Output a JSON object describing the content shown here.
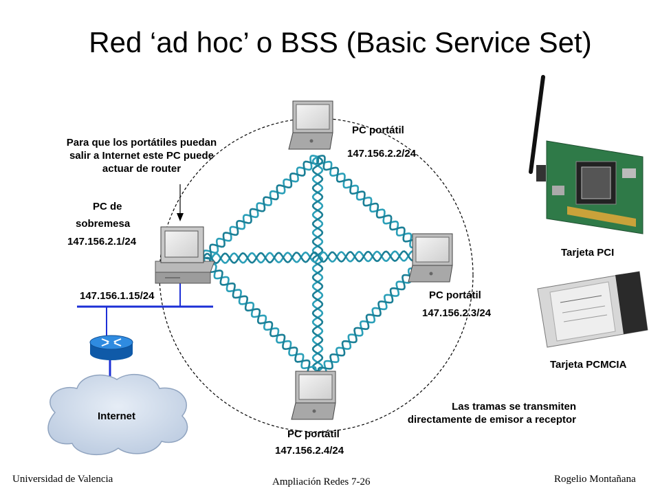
{
  "title": "Red ‘ad hoc’ o BSS (Basic Service Set)",
  "nodes": {
    "laptop_top": {
      "label": "PC portátil",
      "ip": "147.156.2.2/24"
    },
    "laptop_right": {
      "label": "PC portátil",
      "ip": "147.156.2.3/24"
    },
    "laptop_bottom": {
      "label": "PC portátil",
      "ip": "147.156.2.4/24"
    },
    "desktop": {
      "label_line1": "PC de",
      "label_line2": "sobremesa",
      "ip": "147.156.2.1/24",
      "wired_ip": "147.156.1.15/24"
    },
    "internet": {
      "label": "Internet"
    }
  },
  "notes": {
    "router_note": "Para que los portátiles puedan salir a Internet este PC puede actuar de router",
    "frames_note": "Las tramas se transmiten directamente de emisor a receptor"
  },
  "cards": {
    "pci": "Tarjeta PCI",
    "pcmcia": "Tarjeta PCMCIA"
  },
  "footer": {
    "left": "Universidad de Valencia",
    "center": "Ampliación Redes 7-26",
    "right": "Rogelio Montañana"
  },
  "colors": {
    "wave": "#2b9fb8",
    "lan": "#1c2fd6",
    "router": "#1a73c9",
    "cloud": "#c9d6e8"
  }
}
